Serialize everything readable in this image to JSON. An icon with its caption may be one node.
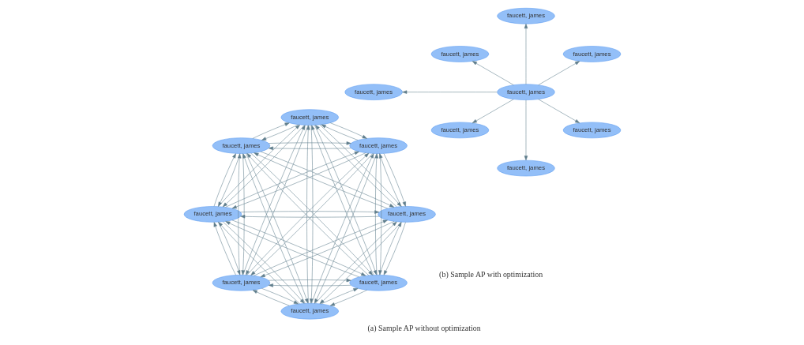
{
  "diagram": {
    "nodes": [
      {
        "text": [
          "faucett, james"
        ]
      },
      {
        "text": [
          "faucett, james"
        ]
      },
      {
        "text": [
          "faucett, james"
        ]
      },
      {
        "text": [
          "faucett, james"
        ]
      },
      {
        "text": [
          "faucett, james"
        ]
      },
      {
        "text": [
          "faucett, james"
        ]
      },
      {
        "text": [
          "faucett, james"
        ]
      },
      {
        "text": [
          "faucett, james"
        ]
      },
      {
        "text": [
          "faucett, james"
        ]
      },
      {
        "text": [
          "faucett, james"
        ]
      },
      {
        "text": [
          "faucett, james"
        ]
      },
      {
        "text": [
          "faucett, james"
        ]
      },
      {
        "text": [
          "faucett, james"
        ]
      },
      {
        "text": [
          "faucett, james"
        ]
      },
      {
        "text": [
          "faucett, james"
        ]
      },
      {
        "text": [
          "faucett, james"
        ]
      }
    ],
    "edges": [
      {
        "from": 0,
        "to": 1,
        "arrow": "to"
      },
      {
        "from": 0,
        "to": 2,
        "arrow": "to"
      },
      {
        "from": 0,
        "to": 3,
        "arrow": "to"
      },
      {
        "from": 0,
        "to": 4,
        "arrow": "to"
      },
      {
        "from": 0,
        "to": 5,
        "arrow": "to"
      },
      {
        "from": 0,
        "to": 6,
        "arrow": "to"
      },
      {
        "from": 0,
        "to": 7,
        "arrow": "to"
      },
      {
        "from": 1,
        "to": 0,
        "arrow": "to"
      },
      {
        "from": 1,
        "to": 2,
        "arrow": "to"
      },
      {
        "from": 1,
        "to": 3,
        "arrow": "to"
      },
      {
        "from": 1,
        "to": 4,
        "arrow": "to"
      },
      {
        "from": 1,
        "to": 5,
        "arrow": "to"
      },
      {
        "from": 1,
        "to": 6,
        "arrow": "to"
      },
      {
        "from": 1,
        "to": 7,
        "arrow": "to"
      },
      {
        "from": 2,
        "to": 0,
        "arrow": "to"
      },
      {
        "from": 2,
        "to": 1,
        "arrow": "to"
      },
      {
        "from": 2,
        "to": 3,
        "arrow": "to"
      },
      {
        "from": 2,
        "to": 4,
        "arrow": "to"
      },
      {
        "from": 2,
        "to": 5,
        "arrow": "to"
      },
      {
        "from": 2,
        "to": 6,
        "arrow": "to"
      },
      {
        "from": 2,
        "to": 7,
        "arrow": "to"
      },
      {
        "from": 3,
        "to": 0,
        "arrow": "to"
      },
      {
        "from": 3,
        "to": 1,
        "arrow": "to"
      },
      {
        "from": 3,
        "to": 2,
        "arrow": "to"
      },
      {
        "from": 3,
        "to": 4,
        "arrow": "to"
      },
      {
        "from": 3,
        "to": 5,
        "arrow": "to"
      },
      {
        "from": 3,
        "to": 6,
        "arrow": "to"
      },
      {
        "from": 3,
        "to": 7,
        "arrow": "to"
      },
      {
        "from": 4,
        "to": 0,
        "arrow": "to"
      },
      {
        "from": 4,
        "to": 1,
        "arrow": "to"
      },
      {
        "from": 4,
        "to": 2,
        "arrow": "to"
      },
      {
        "from": 4,
        "to": 3,
        "arrow": "to"
      },
      {
        "from": 4,
        "to": 5,
        "arrow": "to"
      },
      {
        "from": 4,
        "to": 6,
        "arrow": "to"
      },
      {
        "from": 4,
        "to": 7,
        "arrow": "to"
      },
      {
        "from": 5,
        "to": 0,
        "arrow": "to"
      },
      {
        "from": 5,
        "to": 1,
        "arrow": "to"
      },
      {
        "from": 5,
        "to": 2,
        "arrow": "to"
      },
      {
        "from": 5,
        "to": 3,
        "arrow": "to"
      },
      {
        "from": 5,
        "to": 4,
        "arrow": "to"
      },
      {
        "from": 5,
        "to": 6,
        "arrow": "to"
      },
      {
        "from": 5,
        "to": 7,
        "arrow": "to"
      },
      {
        "from": 6,
        "to": 0,
        "arrow": "to"
      },
      {
        "from": 6,
        "to": 1,
        "arrow": "to"
      },
      {
        "from": 6,
        "to": 2,
        "arrow": "to"
      },
      {
        "from": 6,
        "to": 3,
        "arrow": "to"
      },
      {
        "from": 6,
        "to": 4,
        "arrow": "to"
      },
      {
        "from": 6,
        "to": 5,
        "arrow": "to"
      },
      {
        "from": 6,
        "to": 7,
        "arrow": "to"
      },
      {
        "from": 7,
        "to": 0,
        "arrow": "to"
      },
      {
        "from": 7,
        "to": 1,
        "arrow": "to"
      },
      {
        "from": 7,
        "to": 2,
        "arrow": "to"
      },
      {
        "from": 7,
        "to": 3,
        "arrow": "to"
      },
      {
        "from": 7,
        "to": 4,
        "arrow": "to"
      },
      {
        "from": 7,
        "to": 5,
        "arrow": "to"
      },
      {
        "from": 7,
        "to": 6,
        "arrow": "to"
      },
      {
        "from": 11,
        "to": 8,
        "arrow": "to"
      },
      {
        "from": 11,
        "to": 9,
        "arrow": "to"
      },
      {
        "from": 11,
        "to": 10,
        "arrow": "to"
      },
      {
        "from": 11,
        "to": 12,
        "arrow": "to"
      },
      {
        "from": 11,
        "to": 13,
        "arrow": "to"
      },
      {
        "from": 11,
        "to": 14,
        "arrow": "to"
      },
      {
        "from": 11,
        "to": 15,
        "arrow": "to"
      }
    ],
    "labels": [
      "(a) Sample AP without optimization",
      "(b) Sample AP with optimization"
    ]
  }
}
